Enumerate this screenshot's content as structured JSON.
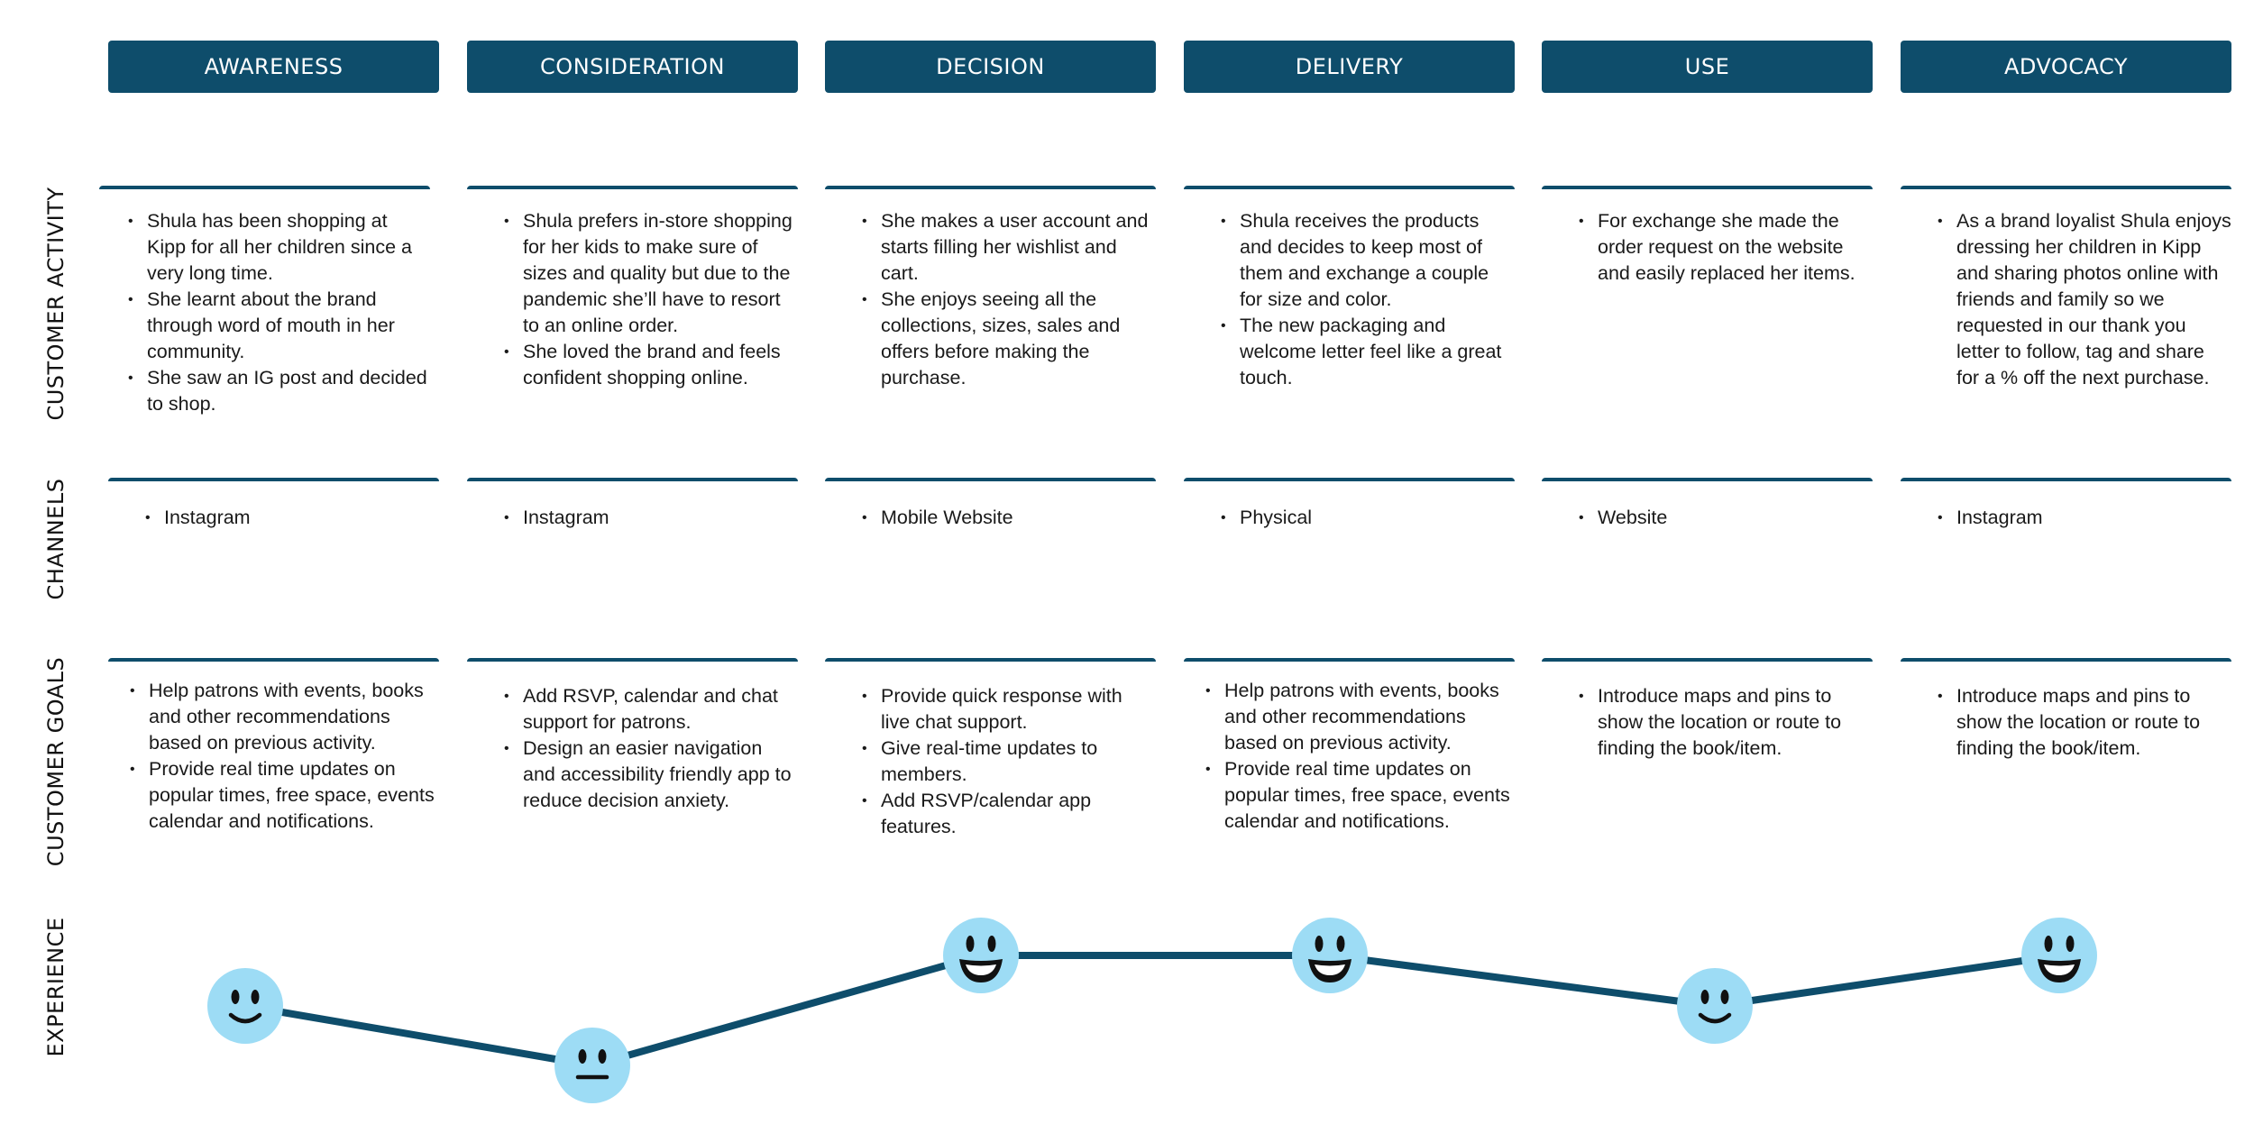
{
  "stages": [
    "AWARENESS",
    "CONSIDERATION",
    "DECISION",
    "DELIVERY",
    "USE",
    "ADVOCACY"
  ],
  "row_labels": {
    "activity": "CUSTOMER ACTIVITY",
    "channels": "CHANNELS",
    "goals": "CUSTOMER GOALS",
    "experience": "EXPERIENCE"
  },
  "activity": [
    [
      "Shula has been shopping at Kipp for all her children since a very long time.",
      "She learnt about the brand through word of mouth in her community.",
      "She saw an IG post and decided to shop."
    ],
    [
      "Shula prefers in-store shopping for her kids to make sure of sizes and quality but due to the pandemic she’ll have to resort to an online order.",
      "She loved the brand and feels confident shopping online."
    ],
    [
      "She makes a user account and starts filling her wishlist and cart.",
      "She enjoys seeing all the collections, sizes, sales and offers before making the purchase."
    ],
    [
      "Shula receives the products and decides to keep most of them and exchange a couple for size and color.",
      "The new packaging and welcome letter feel like a great touch."
    ],
    [
      "For exchange she made the order request on the website and easily replaced her items."
    ],
    [
      "As  a brand loyalist Shula enjoys dressing her children in Kipp and sharing photos online with friends and family so we requested in our thank you letter to follow, tag and share for a % off the next purchase."
    ]
  ],
  "channels": [
    [
      "Instagram"
    ],
    [
      "Instagram"
    ],
    [
      "Mobile Website"
    ],
    [
      "Physical"
    ],
    [
      "Website"
    ],
    [
      "Instagram"
    ]
  ],
  "goals": [
    [
      "Help patrons with events, books and other recommendations based on previous activity.",
      "Provide real time updates on popular times, free space, events calendar and notifications."
    ],
    [
      "Add RSVP, calendar and chat support for patrons.",
      "Design an easier navigation and accessibility friendly app to reduce decision anxiety."
    ],
    [
      "Provide quick response with live chat support.",
      "Give real-time updates to members.",
      "Add RSVP/calendar app features."
    ],
    [
      "Help patrons with events, books and other recommendations based on previous activity.",
      "Provide real time updates on popular times, free space, events calendar and notifications."
    ],
    [
      "Introduce maps and pins to show the location or route to finding the book/item."
    ],
    [
      "Introduce maps and pins to show the location or route to finding the book/item."
    ]
  ],
  "experience": {
    "levels": [
      "happy",
      "neutral",
      "very-happy",
      "very-happy",
      "happy",
      "very-happy"
    ],
    "scores": [
      2,
      1,
      3,
      3,
      2,
      3
    ]
  },
  "colors": {
    "header": "#0e4d6b",
    "line": "#0e4d6b",
    "face": "#9ddcf5"
  }
}
